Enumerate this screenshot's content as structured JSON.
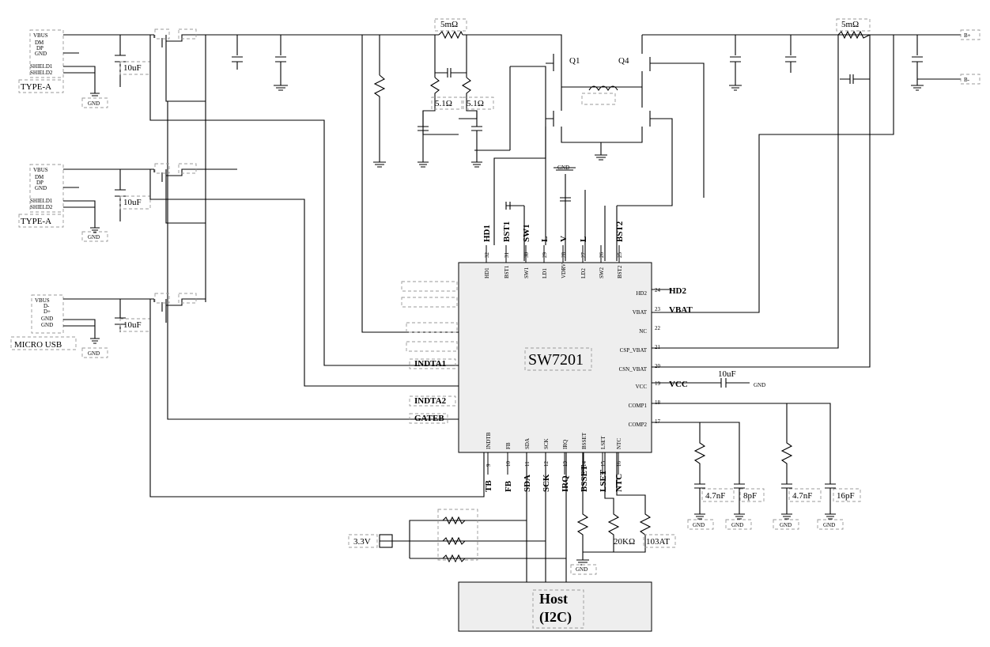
{
  "chip": {
    "name": "SW7201",
    "top_pins": [
      {
        "n": "32",
        "name": "HD1",
        "net": "HD1"
      },
      {
        "n": "31",
        "name": "BST1",
        "net": "BST1"
      },
      {
        "n": "30",
        "name": "SW1",
        "net": "SW1"
      },
      {
        "n": "29",
        "name": "LD1",
        "net": "L"
      },
      {
        "n": "28",
        "name": "VDRV",
        "net": "V"
      },
      {
        "n": "27",
        "name": "LD2",
        "net": "L"
      },
      {
        "n": "26",
        "name": "SW2",
        "net": ""
      },
      {
        "n": "25",
        "name": "BST2",
        "net": "BST2"
      }
    ],
    "right_pins": [
      {
        "n": "24",
        "name": "HD2",
        "net": "HD2"
      },
      {
        "n": "23",
        "name": "VBAT",
        "net": "VBAT"
      },
      {
        "n": "22",
        "name": "NC",
        "net": ""
      },
      {
        "n": "21",
        "name": "CSP_VBAT",
        "net": ""
      },
      {
        "n": "20",
        "name": "CSN_VBAT",
        "net": ""
      },
      {
        "n": "19",
        "name": "VCC",
        "net": "VCC"
      },
      {
        "n": "18",
        "name": "COMP1",
        "net": ""
      },
      {
        "n": "17",
        "name": "COMP2",
        "net": ""
      }
    ],
    "bottom_pins": [
      {
        "n": "9",
        "name": "INDTB",
        "net": "TB"
      },
      {
        "n": "10",
        "name": "FB",
        "net": "FB"
      },
      {
        "n": "11",
        "name": "SDA",
        "net": "SDA"
      },
      {
        "n": "12",
        "name": "SCK",
        "net": "SCK"
      },
      {
        "n": "13",
        "name": "IRQ",
        "net": "IRQ"
      },
      {
        "n": "14",
        "name": "BSSET",
        "net": "BSSET"
      },
      {
        "n": "15",
        "name": "LSET",
        "net": "LSET"
      },
      {
        "n": "16",
        "name": "NTC",
        "net": "NTC"
      }
    ],
    "left_labels": [
      "INDTA1",
      "INDTA2",
      "GATEB"
    ]
  },
  "connectors": [
    {
      "name": "TYPE-A",
      "pins": [
        "VBUS",
        "DM",
        "DP",
        "GND",
        "SHIELD1",
        "SHIELD2"
      ],
      "cap": "10uF",
      "gnd": "GND"
    },
    {
      "name": "TYPE-A",
      "pins": [
        "VBUS",
        "DM",
        "DP",
        "GND",
        "SHIELD1",
        "SHIELD2"
      ],
      "cap": "10uF",
      "gnd": "GND"
    },
    {
      "name": "MICRO USB",
      "pins": [
        "VBUS",
        "D-",
        "D+",
        "GND",
        "GND"
      ],
      "cap": "10uF",
      "gnd": "GND"
    }
  ],
  "parts": {
    "rsense": "5mΩ",
    "rsense2": "5mΩ",
    "r51a": "5.1Ω",
    "r51b": "5.1Ω",
    "q1": "Q1",
    "q4": "Q4",
    "gnd": "GND",
    "vcc_cap": "10uF",
    "c47a": "4.7nF",
    "c8p": "8pF",
    "c47b": "4.7nF",
    "c16p": "16pF",
    "r20k": "20KΩ",
    "ntc": "103AT",
    "v33": "3.3V",
    "host1": "Host",
    "host2": "(I2C)",
    "bplus": "B+",
    "bminus": "B-"
  }
}
